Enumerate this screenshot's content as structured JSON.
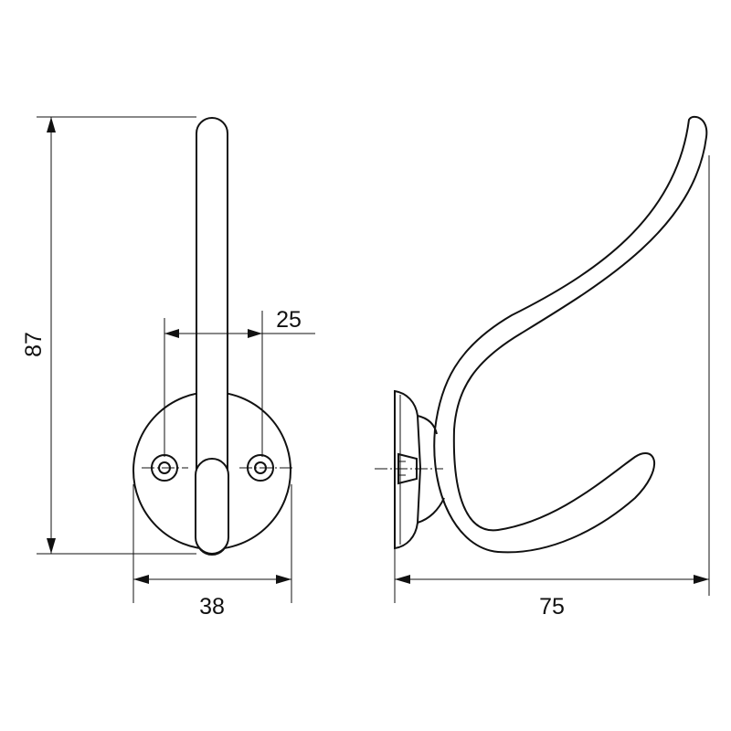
{
  "dimensions": {
    "height": "87",
    "hole_spacing": "25",
    "plate_diameter": "38",
    "depth": "75"
  },
  "colors": {
    "line": "#111111",
    "background": "#ffffff"
  }
}
